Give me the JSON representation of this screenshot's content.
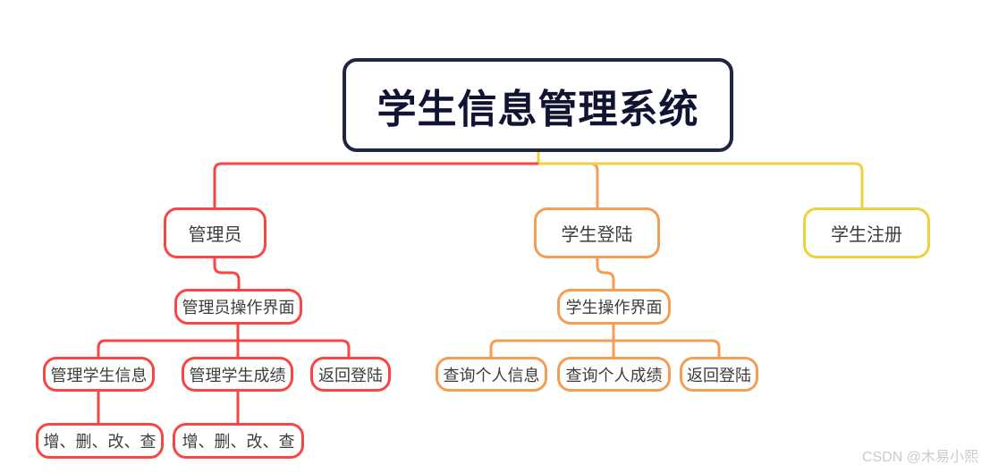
{
  "title": "学生信息管理系统",
  "colors": {
    "background": "#ffffff",
    "root_border": "#212640",
    "root_text": "#101432",
    "branch_red": "#fa4642",
    "branch_orange": "#f49d55",
    "branch_yellow": "#f0d13d",
    "node_text": "#3c3c3c",
    "watermark_text": "#cbcbcb"
  },
  "nodes": {
    "root": {
      "label": "学生信息管理系统"
    },
    "admin": {
      "label": "管理员"
    },
    "student_login": {
      "label": "学生登陆"
    },
    "student_register": {
      "label": "学生注册"
    },
    "admin_ui": {
      "label": "管理员操作界面"
    },
    "student_ui": {
      "label": "学生操作界面"
    },
    "manage_student_info": {
      "label": "管理学生信息"
    },
    "manage_student_score": {
      "label": "管理学生成绩"
    },
    "admin_return_login": {
      "label": "返回登陆"
    },
    "query_personal_info": {
      "label": "查询个人信息"
    },
    "query_personal_score": {
      "label": "查询个人成绩"
    },
    "student_return_login": {
      "label": "返回登陆"
    },
    "crud_info": {
      "label": "增、删、改、查"
    },
    "crud_score": {
      "label": "增、删、改、查"
    }
  },
  "watermark": {
    "text": "CSDN @木易小熙"
  }
}
